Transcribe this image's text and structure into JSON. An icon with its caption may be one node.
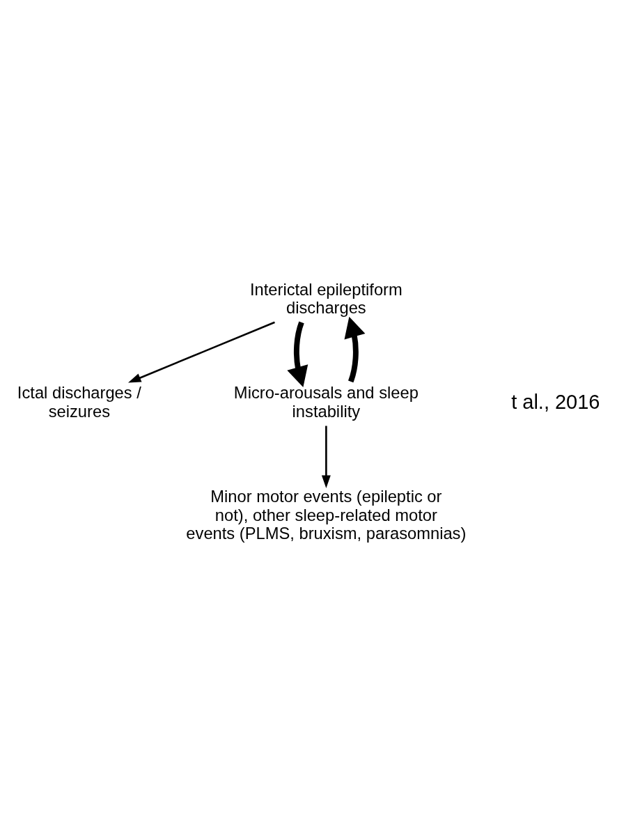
{
  "diagram": {
    "nodes": [
      {
        "text": [
          "Ictal discharges / seizures"
        ]
      },
      {
        "text": [
          "Interictal epileptiform discharges"
        ]
      },
      {
        "text": [
          "Micro-arousals and sleep instability"
        ]
      },
      {
        "text": [
          "Minor motor events (epileptic or not), other sleep-related motor events (PLMS, bruxism, parasomnias)"
        ]
      }
    ],
    "edges": [
      {
        "from": 1,
        "to": 0,
        "arrow": "to"
      },
      {
        "from": 1,
        "to": 2,
        "arrow": "to",
        "style": "thick"
      },
      {
        "from": 2,
        "to": 1,
        "arrow": "to",
        "style": "thick"
      },
      {
        "from": 2,
        "to": 3,
        "arrow": "to"
      }
    ],
    "labels": [
      "t al., 2016"
    ]
  }
}
